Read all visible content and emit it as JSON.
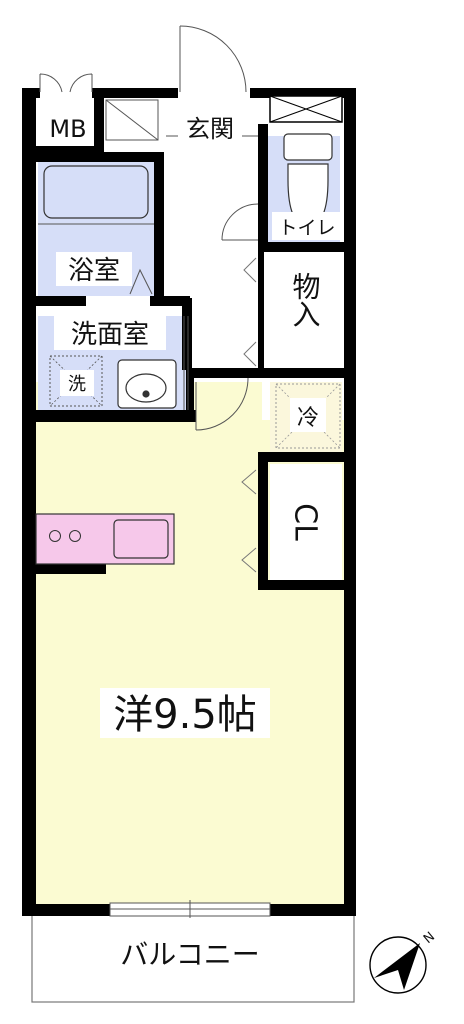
{
  "colors": {
    "wall": "#000000",
    "living_floor": "#fbfbd2",
    "wet_floor": "#d6def8",
    "fridge_floor": "#fbf7dc",
    "kitchen": "#f6c8ea",
    "white": "#ffffff"
  },
  "labels": {
    "mb": "MB",
    "entrance": "玄関",
    "toilet": "トイレ",
    "bath": "浴室",
    "storage": "物入",
    "washroom": "洗面室",
    "washer": "洗",
    "fridge": "冷",
    "closet": "CL",
    "western_room": "洋9.5帖",
    "balcony": "バルコニー",
    "north": "N"
  },
  "icons": {
    "compass": "north-arrow-icon"
  }
}
